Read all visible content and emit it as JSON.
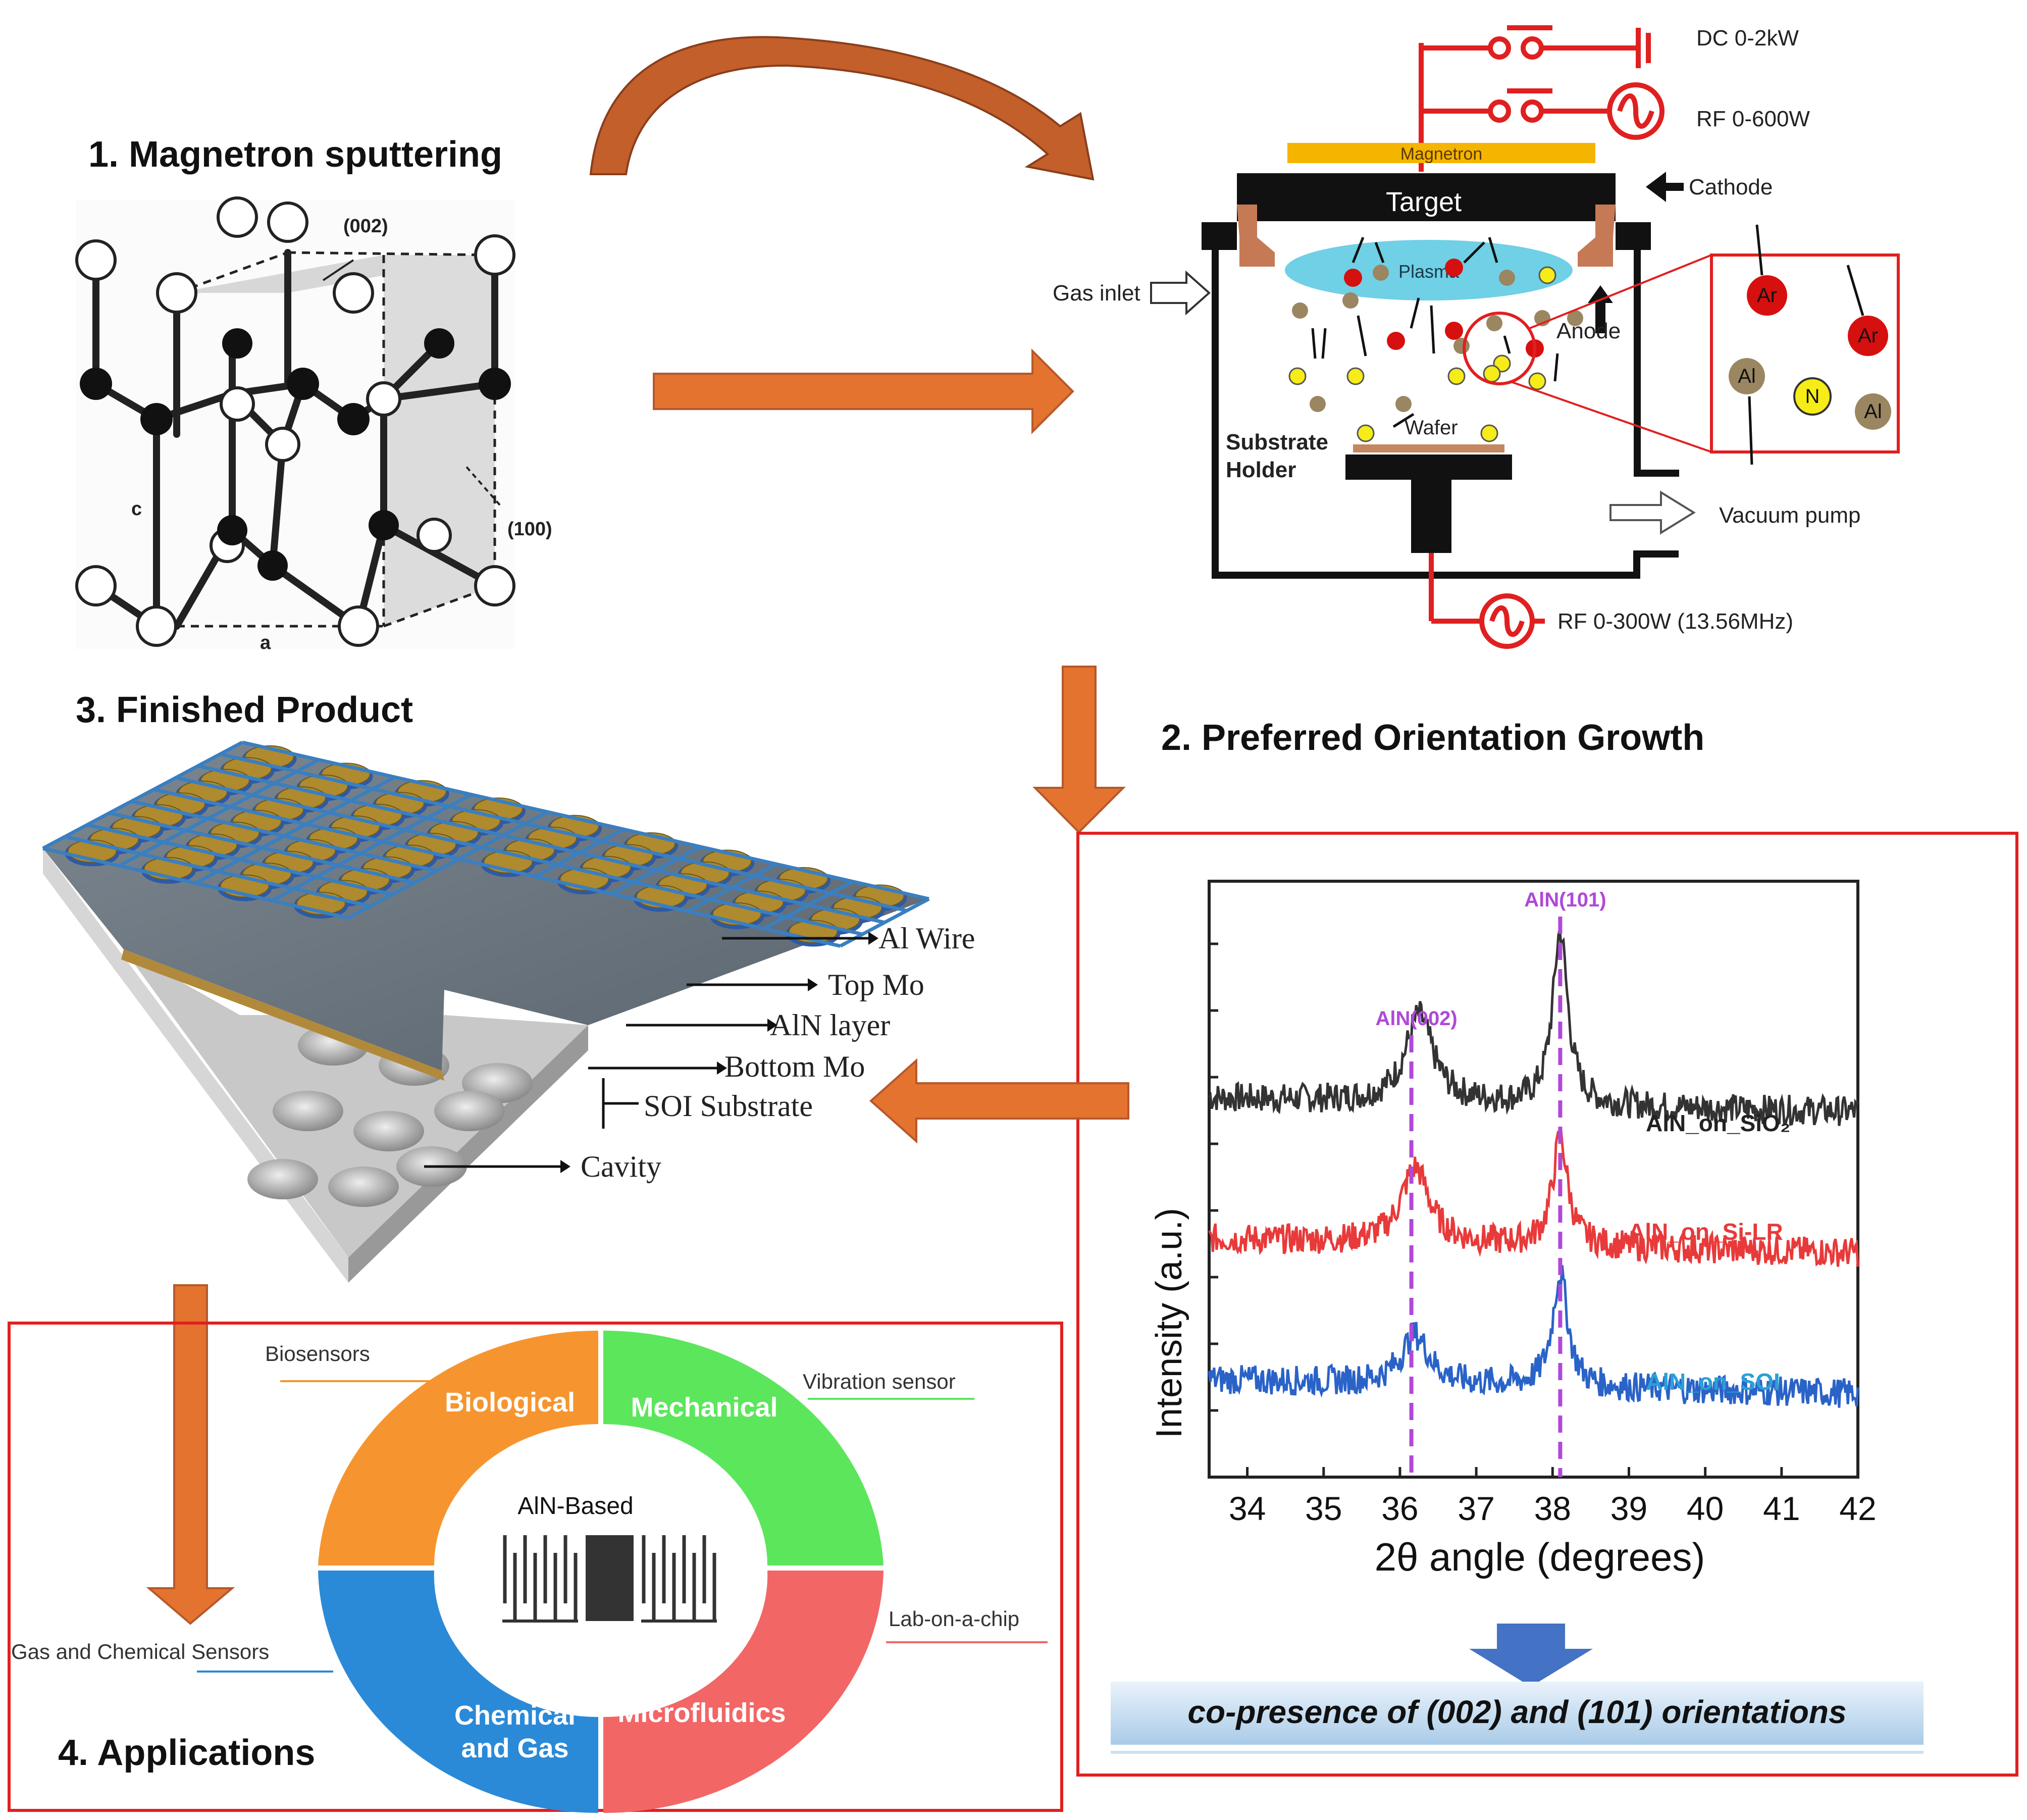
{
  "headings": {
    "step1": "1.   Magnetron sputtering",
    "step2": "2. Preferred Orientation Growth",
    "step3": "3. Finished Product",
    "step4": "4. Applications"
  },
  "crystal": {
    "plane_002": "(002)",
    "plane_100": "(100)",
    "axis_c": "c",
    "axis_a": "a"
  },
  "sputtering": {
    "dc_source": "DC 0-2kW",
    "rf_source": "RF 0-600W",
    "magnetron": "Magnetron",
    "target": "Target",
    "cathode": "Cathode",
    "gas_inlet": "Gas inlet",
    "plasma": "Plasma",
    "anode": "Anode",
    "wafer": "Wafer",
    "substrate_holder_1": "Substrate",
    "substrate_holder_2": "Holder",
    "vacuum_pump": "Vacuum pump",
    "rf_bias": "RF 0-300W (13.56MHz)",
    "zoom": {
      "ar1": "Ar",
      "ar2": "Ar",
      "al1": "Al",
      "n": "N",
      "al2": "Al"
    }
  },
  "product": {
    "al_wire": "Al Wire",
    "top_mo": "Top Mo",
    "aln_layer": "AlN layer",
    "bottom_mo": "Bottom Mo",
    "soi_substrate": "SOI Substrate",
    "cavity": "Cavity"
  },
  "chart_data": {
    "type": "line",
    "xlabel": "2θ angle (degrees)",
    "ylabel": "Intensity (a.u.)",
    "xlim": [
      33.5,
      42
    ],
    "xticks": [
      "34",
      "35",
      "36",
      "37",
      "38",
      "39",
      "40",
      "41",
      "42"
    ],
    "yticks_labeled": false,
    "peak_markers": [
      {
        "label": "AlN(002)",
        "x": 36.15
      },
      {
        "label": "AlN(101)",
        "x": 38.1
      }
    ],
    "series": [
      {
        "name": "AlN_on_SiO₂",
        "color": "#333333",
        "baseline": 7.0,
        "peaks": [
          {
            "x": 36.25,
            "height": 1.6
          },
          {
            "x": 38.1,
            "height": 3.2
          }
        ]
      },
      {
        "name": "AlN_on_Si-LR",
        "color": "#e83a3a",
        "baseline": 4.4,
        "peaks": [
          {
            "x": 36.2,
            "height": 1.4
          },
          {
            "x": 38.1,
            "height": 2.0
          }
        ]
      },
      {
        "name": "AlN_on_SOI",
        "color": "#2a63c8",
        "baseline": 1.8,
        "peaks": [
          {
            "x": 36.2,
            "height": 0.9
          },
          {
            "x": 38.1,
            "height": 2.1
          }
        ]
      }
    ],
    "conclusion": "co-presence of (002) and (101) orientations"
  },
  "applications": {
    "center": "AlN-Based",
    "segments": [
      {
        "label_1": "Biological",
        "label_2": "",
        "color": "#f6952f"
      },
      {
        "label_1": "Mechanical",
        "label_2": "",
        "color": "#5ce65c"
      },
      {
        "label_1": "Microfluidics",
        "label_2": "",
        "color": "#f26666"
      },
      {
        "label_1": "Chemical",
        "label_2": "and Gas",
        "color": "#2a8ad8"
      }
    ],
    "examples": {
      "biosensors": "Biosensors",
      "vibration": "Vibration sensor",
      "lab_on_chip": "Lab-on-a-chip",
      "gas_chem": "Gas and Chemical Sensors"
    }
  },
  "colors": {
    "arrow": "#e3732e",
    "curved_arrow": "#b5582c",
    "frame": "#e02020",
    "circuit": "#e02020",
    "down_arrow": "#4472c4"
  }
}
